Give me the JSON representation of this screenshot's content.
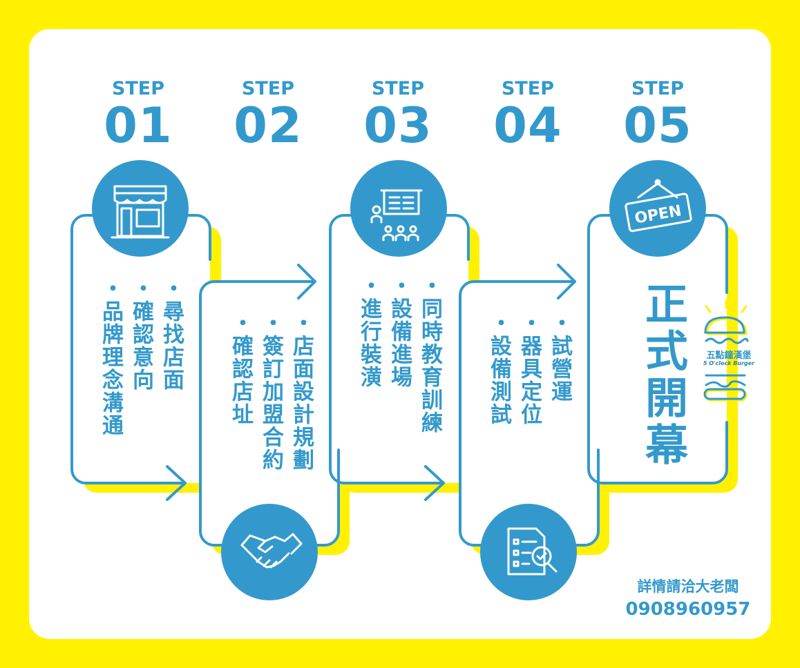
{
  "steps": [
    {
      "label": "STEP",
      "number": "01",
      "icon": "storefront-icon",
      "items": [
        "尋找店面",
        "確認意向",
        "品牌理念溝通"
      ]
    },
    {
      "label": "STEP",
      "number": "02",
      "icon": "handshake-icon",
      "items": [
        "店面設計規劃",
        "簽訂加盟合約",
        "確認店址"
      ]
    },
    {
      "label": "STEP",
      "number": "03",
      "icon": "presentation-training-icon",
      "items": [
        "同時教育訓練",
        "設備進場",
        "進行裝潢"
      ]
    },
    {
      "label": "STEP",
      "number": "04",
      "icon": "checklist-inspection-icon",
      "items": [
        "試營運",
        "器具定位",
        "設備測試"
      ]
    },
    {
      "label": "STEP",
      "number": "05",
      "icon": "open-sign-icon",
      "headline": "正式開幕",
      "sign_text": "OPEN"
    }
  ],
  "logo": {
    "name_cn": "五點鐘漢堡",
    "name_en": "5 O'clock Burger"
  },
  "contact": {
    "label": "詳情請洽大老闆",
    "phone": "0908960957"
  },
  "colors": {
    "blue": "#3399cc",
    "yellow": "#fff100"
  }
}
